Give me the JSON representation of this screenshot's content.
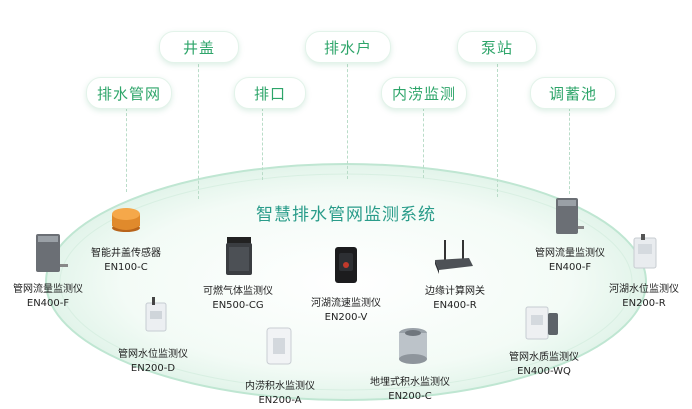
{
  "top_tags": [
    "井盖",
    "排水户",
    "泵站"
  ],
  "second_tags": [
    "排水管网",
    "排口",
    "内涝监测",
    "调蓄池"
  ],
  "system_title": "智慧排水管网监测系统",
  "devices": [
    {
      "name": "智能井盖传感器",
      "model": "EN100-C",
      "icon": "manhole-sensor-icon"
    },
    {
      "name": "管网流量监测仪",
      "model": "EN400-F",
      "icon": "flow-meter-icon"
    },
    {
      "name": "可燃气体监测仪",
      "model": "EN500-CG",
      "icon": "gas-monitor-icon"
    },
    {
      "name": "河湖流速监测仪",
      "model": "EN200-V",
      "icon": "velocity-monitor-icon"
    },
    {
      "name": "边缘计算网关",
      "model": "EN400-R",
      "icon": "gateway-icon"
    },
    {
      "name": "管网流量监测仪",
      "model": "EN400-F",
      "icon": "flow-meter-icon"
    },
    {
      "name": "河湖水位监测仪",
      "model": "EN200-R",
      "icon": "radar-level-icon"
    },
    {
      "name": "管网水位监测仪",
      "model": "EN200-D",
      "icon": "level-monitor-icon"
    },
    {
      "name": "内涝积水监测仪",
      "model": "EN200-A",
      "icon": "waterlogging-monitor-icon"
    },
    {
      "name": "地埋式积水监测仪",
      "model": "EN200-C",
      "icon": "buried-monitor-icon"
    },
    {
      "name": "管网水质监测仪",
      "model": "EN400-WQ",
      "icon": "water-quality-monitor-icon"
    }
  ],
  "colors": {
    "accent": "#2ea56a",
    "title": "#2a9c8a",
    "ring": "#bfe6d2",
    "fill": "#eef8f2"
  }
}
